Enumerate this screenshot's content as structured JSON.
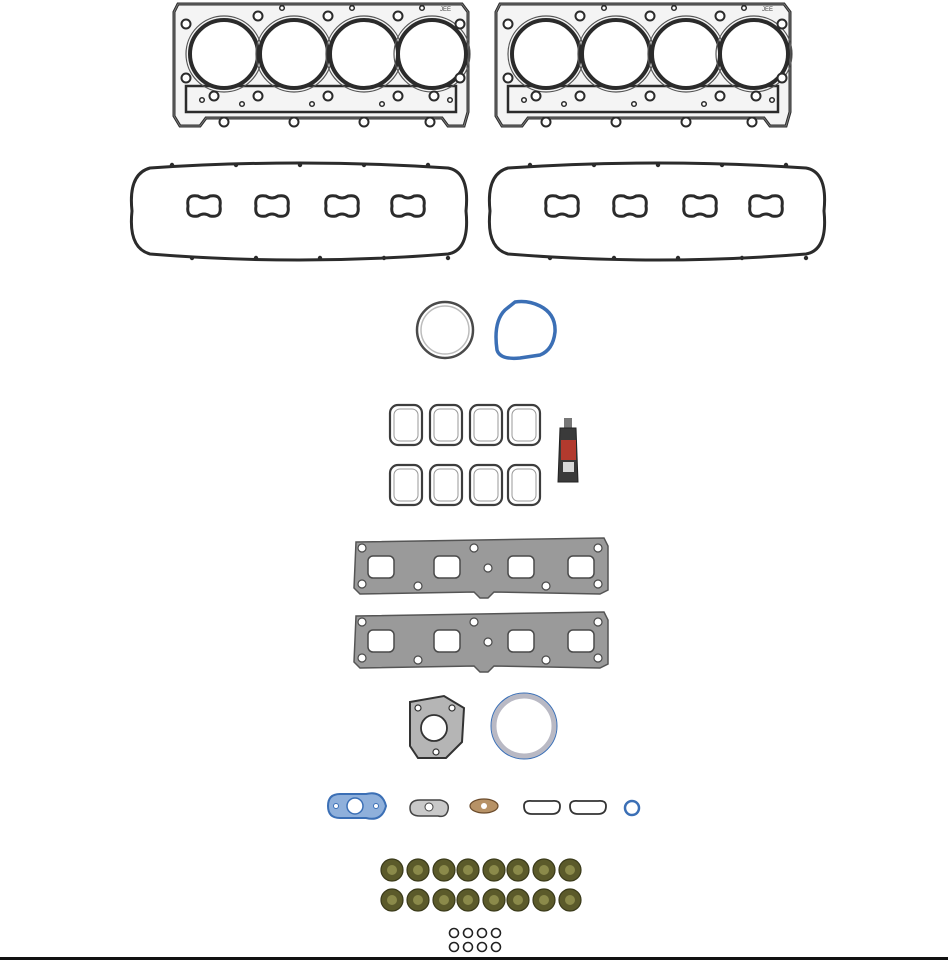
{
  "scene": {
    "description_label": "",
    "stamp_text": "JEE"
  },
  "colors": {
    "background": "#ffffff",
    "gasket_dark": "#2b2b2b",
    "gasket_plate": "#9a9a9a",
    "gasket_plate_light": "#b5b5b5",
    "blue_seal": "#3b6fb5",
    "blue_fill": "#8fb0db",
    "tube_dark": "#3a3a3a",
    "tube_red": "#b23a2e",
    "seal_olive": "#5b5a2a",
    "seal_olive_light": "#8b8a4a",
    "tan": "#b79266",
    "ring_grey": "#b9b9c4"
  },
  "parts": [
    {
      "name": "cylinder-head-gasket",
      "count": 2
    },
    {
      "name": "valve-cover-gasket",
      "count": 2
    },
    {
      "name": "round-seal",
      "count": 1
    },
    {
      "name": "throttle-body-gasket",
      "count": 1
    },
    {
      "name": "intake-port-gasket",
      "count": 8
    },
    {
      "name": "sealant-tube",
      "count": 1
    },
    {
      "name": "exhaust-manifold-gasket",
      "count": 2
    },
    {
      "name": "egr-flange-gasket",
      "count": 1
    },
    {
      "name": "large-o-ring",
      "count": 1
    },
    {
      "name": "small-flange-gasket",
      "count": 4
    },
    {
      "name": "small-o-ring",
      "count": 1
    },
    {
      "name": "valve-stem-seal",
      "count": 16
    },
    {
      "name": "tiny-o-ring",
      "count": 8
    }
  ]
}
